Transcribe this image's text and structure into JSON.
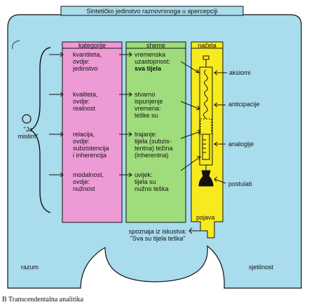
{
  "title": "Sintetičko jedinstvo raznovrsnoga u apercepciji",
  "columns": {
    "kategorije": "kategorije",
    "sheme": "sheme",
    "nacela": "načela"
  },
  "ja_mislim": [
    "\"Ja",
    "mislim\""
  ],
  "kategorije": [
    [
      "kvantiteta,",
      "ovdje:",
      "jedinstvo"
    ],
    [
      "kvaliteta,",
      "ovdje:",
      "realnost"
    ],
    [
      "relacija,",
      "ovdje:",
      "subzistencija",
      "i inherencija"
    ],
    [
      "modalnost,",
      "ovdje:",
      "nužnost"
    ]
  ],
  "sheme": [
    [
      "vremenska",
      "uzastopnost:",
      "sva tijela"
    ],
    [
      "stvarno",
      "ispunjenje",
      "vremena:",
      "teške su"
    ],
    [
      "trajanje:",
      "tijela (subzis-",
      "tentna) težina",
      "(inherentna)"
    ],
    [
      "uvijek:",
      "tijela su",
      "nužno teška"
    ]
  ],
  "nacela": [
    "aksiomi",
    "anticipacije",
    "analogije",
    "postulati"
  ],
  "pojava": "pojava",
  "spoznaja": [
    "spoznaja iz iskustva:",
    "\"Sva su tijela teška\""
  ],
  "razum": "razum",
  "sjetilnost": "sjetilnost",
  "caption": "B Transcendentalna analitika",
  "colors": {
    "background": "#a9dcec",
    "kategorije": "#ee9ad4",
    "sheme": "#9fdc7c",
    "nacela": "#f7ea1e",
    "outline": "#111111"
  }
}
